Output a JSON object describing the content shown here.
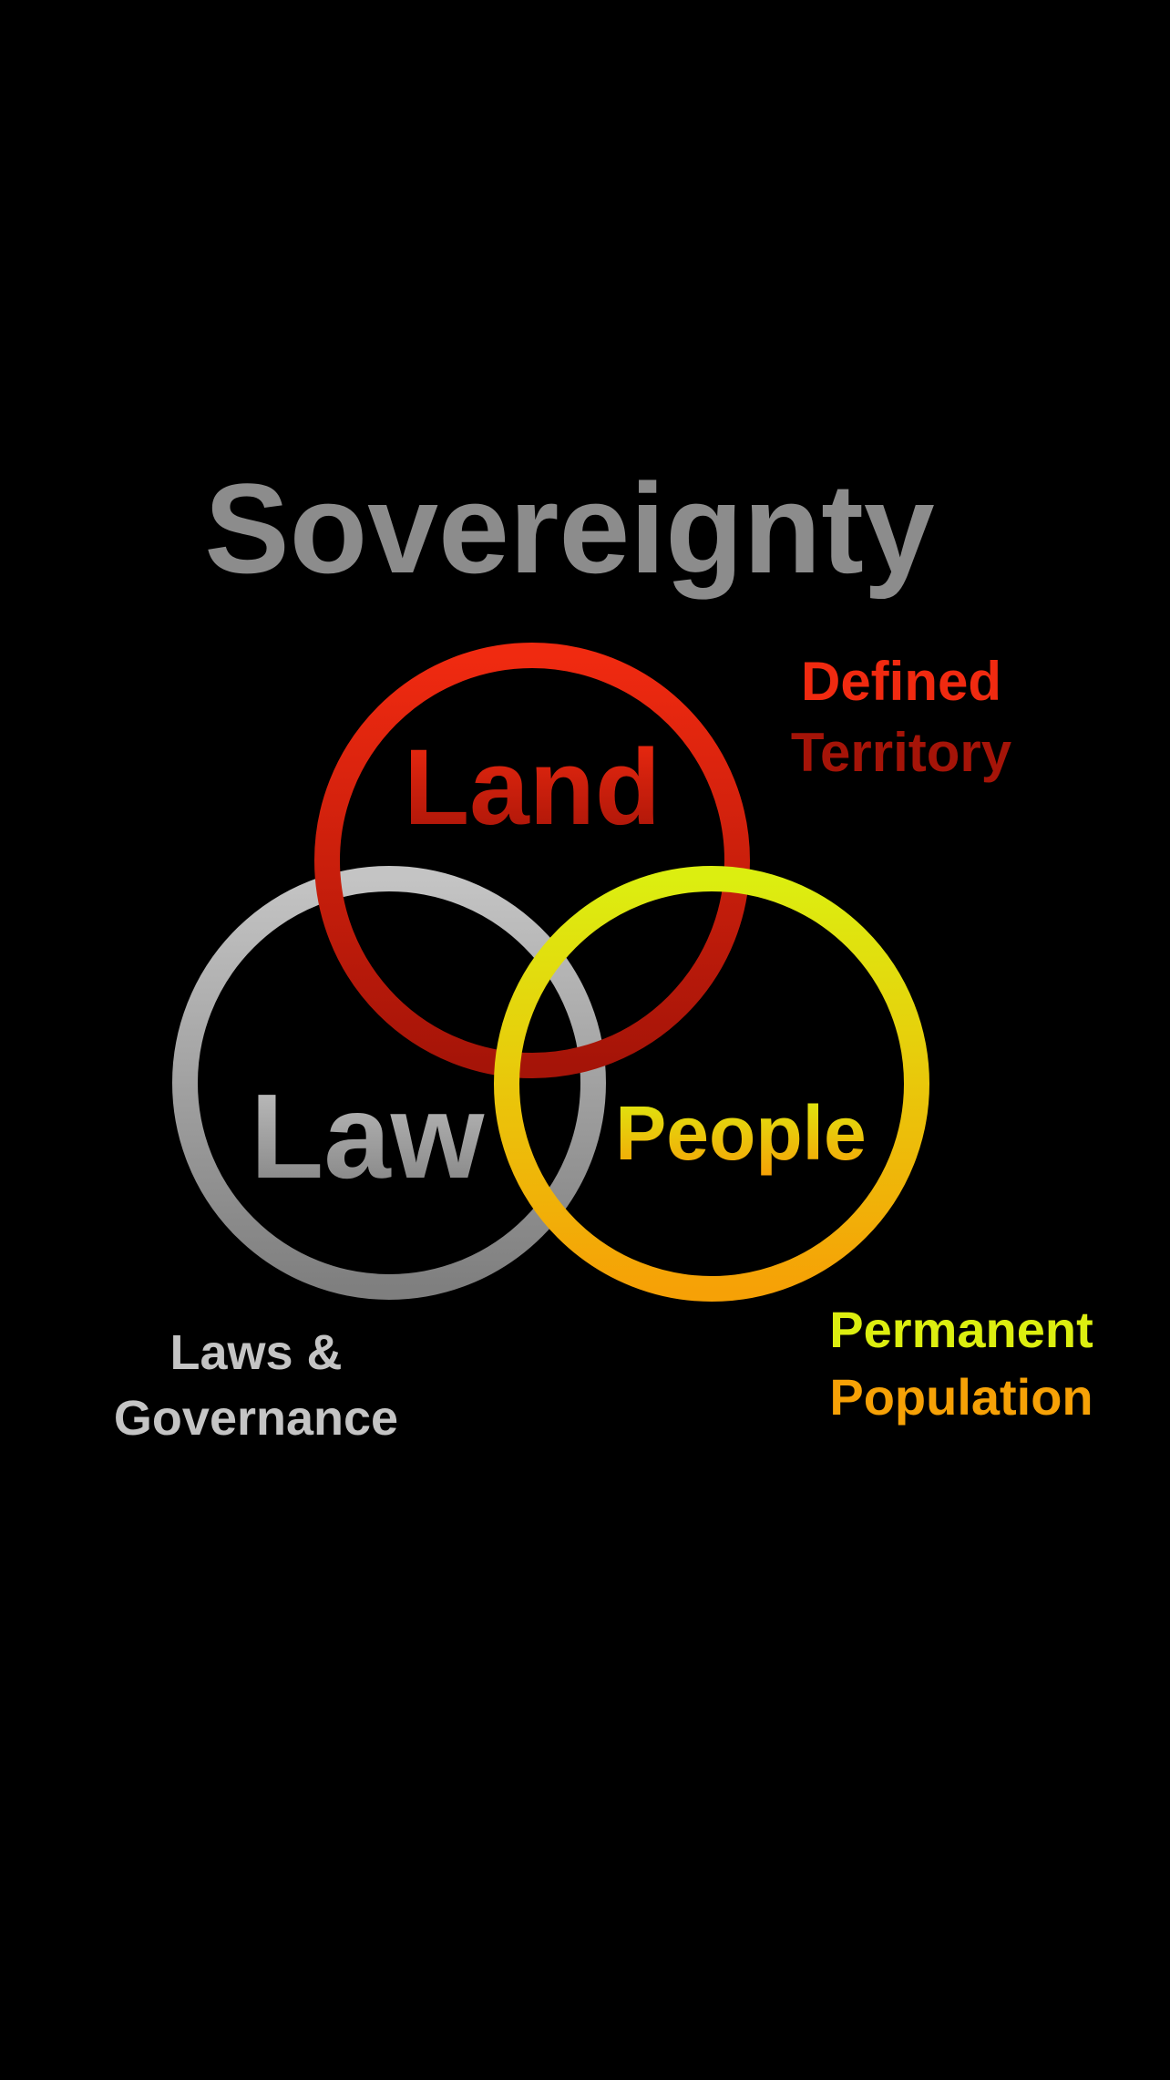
{
  "title": "Sovereignty",
  "circles": {
    "land": {
      "label": "Land",
      "caption": [
        "Defined",
        "Territory"
      ],
      "colors": {
        "top": "#f02a10",
        "bottom": "#a51408"
      }
    },
    "law": {
      "label": "Law",
      "caption": [
        "Laws &",
        "Governance"
      ],
      "colors": {
        "top": "#c4c4c4",
        "bottom": "#7f7f7f"
      }
    },
    "people": {
      "label": "People",
      "caption": [
        "Permanent",
        "Population"
      ],
      "colors": {
        "top": "#dcee10",
        "bottom": "#f6a106"
      }
    }
  },
  "colors": {
    "background": "#000000",
    "title": "#8c8c8c"
  }
}
